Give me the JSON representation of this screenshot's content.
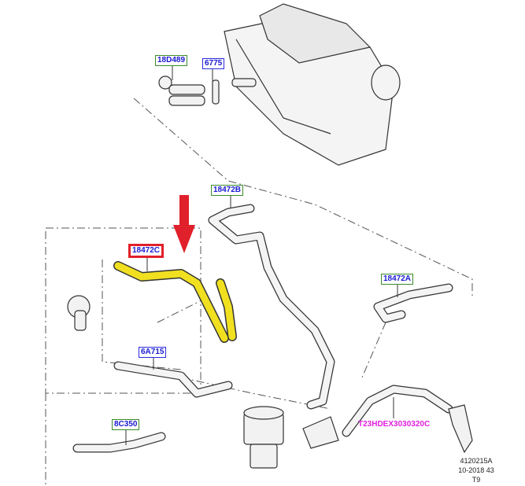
{
  "callouts": [
    {
      "label": "18D489",
      "border_color": "#3a8a2a"
    },
    {
      "label": "6775",
      "border_color": "#2a2ae0"
    },
    {
      "label": "18472B",
      "border_color": "#3a8a2a"
    },
    {
      "label": "18472C",
      "border_color": "#e0202a",
      "highlighted": true
    },
    {
      "label": "18472A",
      "border_color": "#3a8a2a"
    },
    {
      "label": "6A715",
      "border_color": "#2a2ae0"
    },
    {
      "label": "8C350",
      "border_color": "#3a8a2a"
    }
  ],
  "illustration_code": "T23HDEX3030320C",
  "meta": {
    "line1": "4120215A",
    "line2": "10-2018 43",
    "line3": "T9"
  },
  "colors": {
    "highlight": "#f0e020",
    "arrow": "#e0202a",
    "label_text": "#1a1ad0",
    "illustration_code": "#e020e0"
  },
  "icons": {
    "pointer": "red-down-arrow"
  }
}
